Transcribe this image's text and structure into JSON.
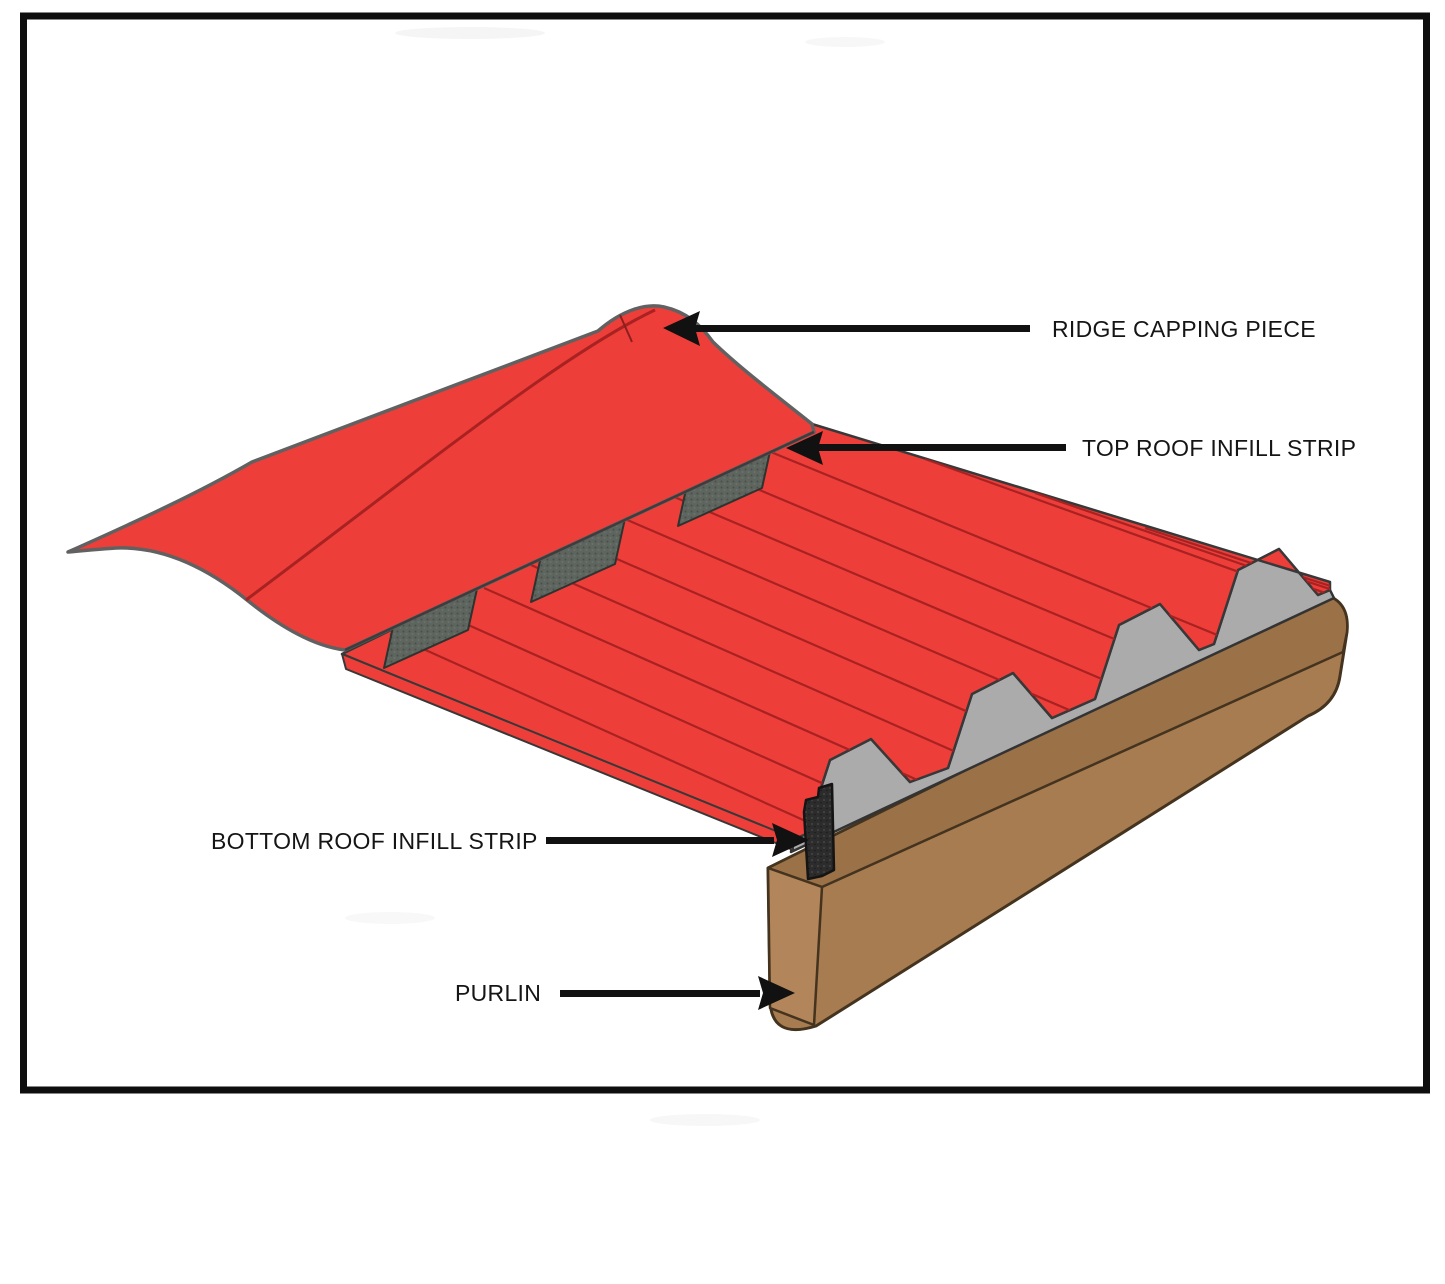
{
  "labels": {
    "ridge_capping": "RIDGE CAPPING PIECE",
    "top_infill": "TOP ROOF INFILL STRIP",
    "bottom_infill": "BOTTOM ROOF INFILL STRIP",
    "purlin": "PURLIN"
  },
  "colors": {
    "background": "#ffffff",
    "roof_red": "#ee3e3a",
    "rib_line_red": "#a82222",
    "cap_outline": "#616161",
    "edge_dark": "#383838",
    "profile_gray": "#ababab",
    "infill_gray": "#5e645e",
    "bottom_strip_dark": "#2c2c2c",
    "purlin_front": "#a87c51",
    "purlin_top": "#9b7148",
    "purlin_end": "#b2855a",
    "purlin_outline": "#43331f",
    "frame": "#0e0e0e",
    "label_text": "#151515",
    "arrow": "#111111"
  }
}
